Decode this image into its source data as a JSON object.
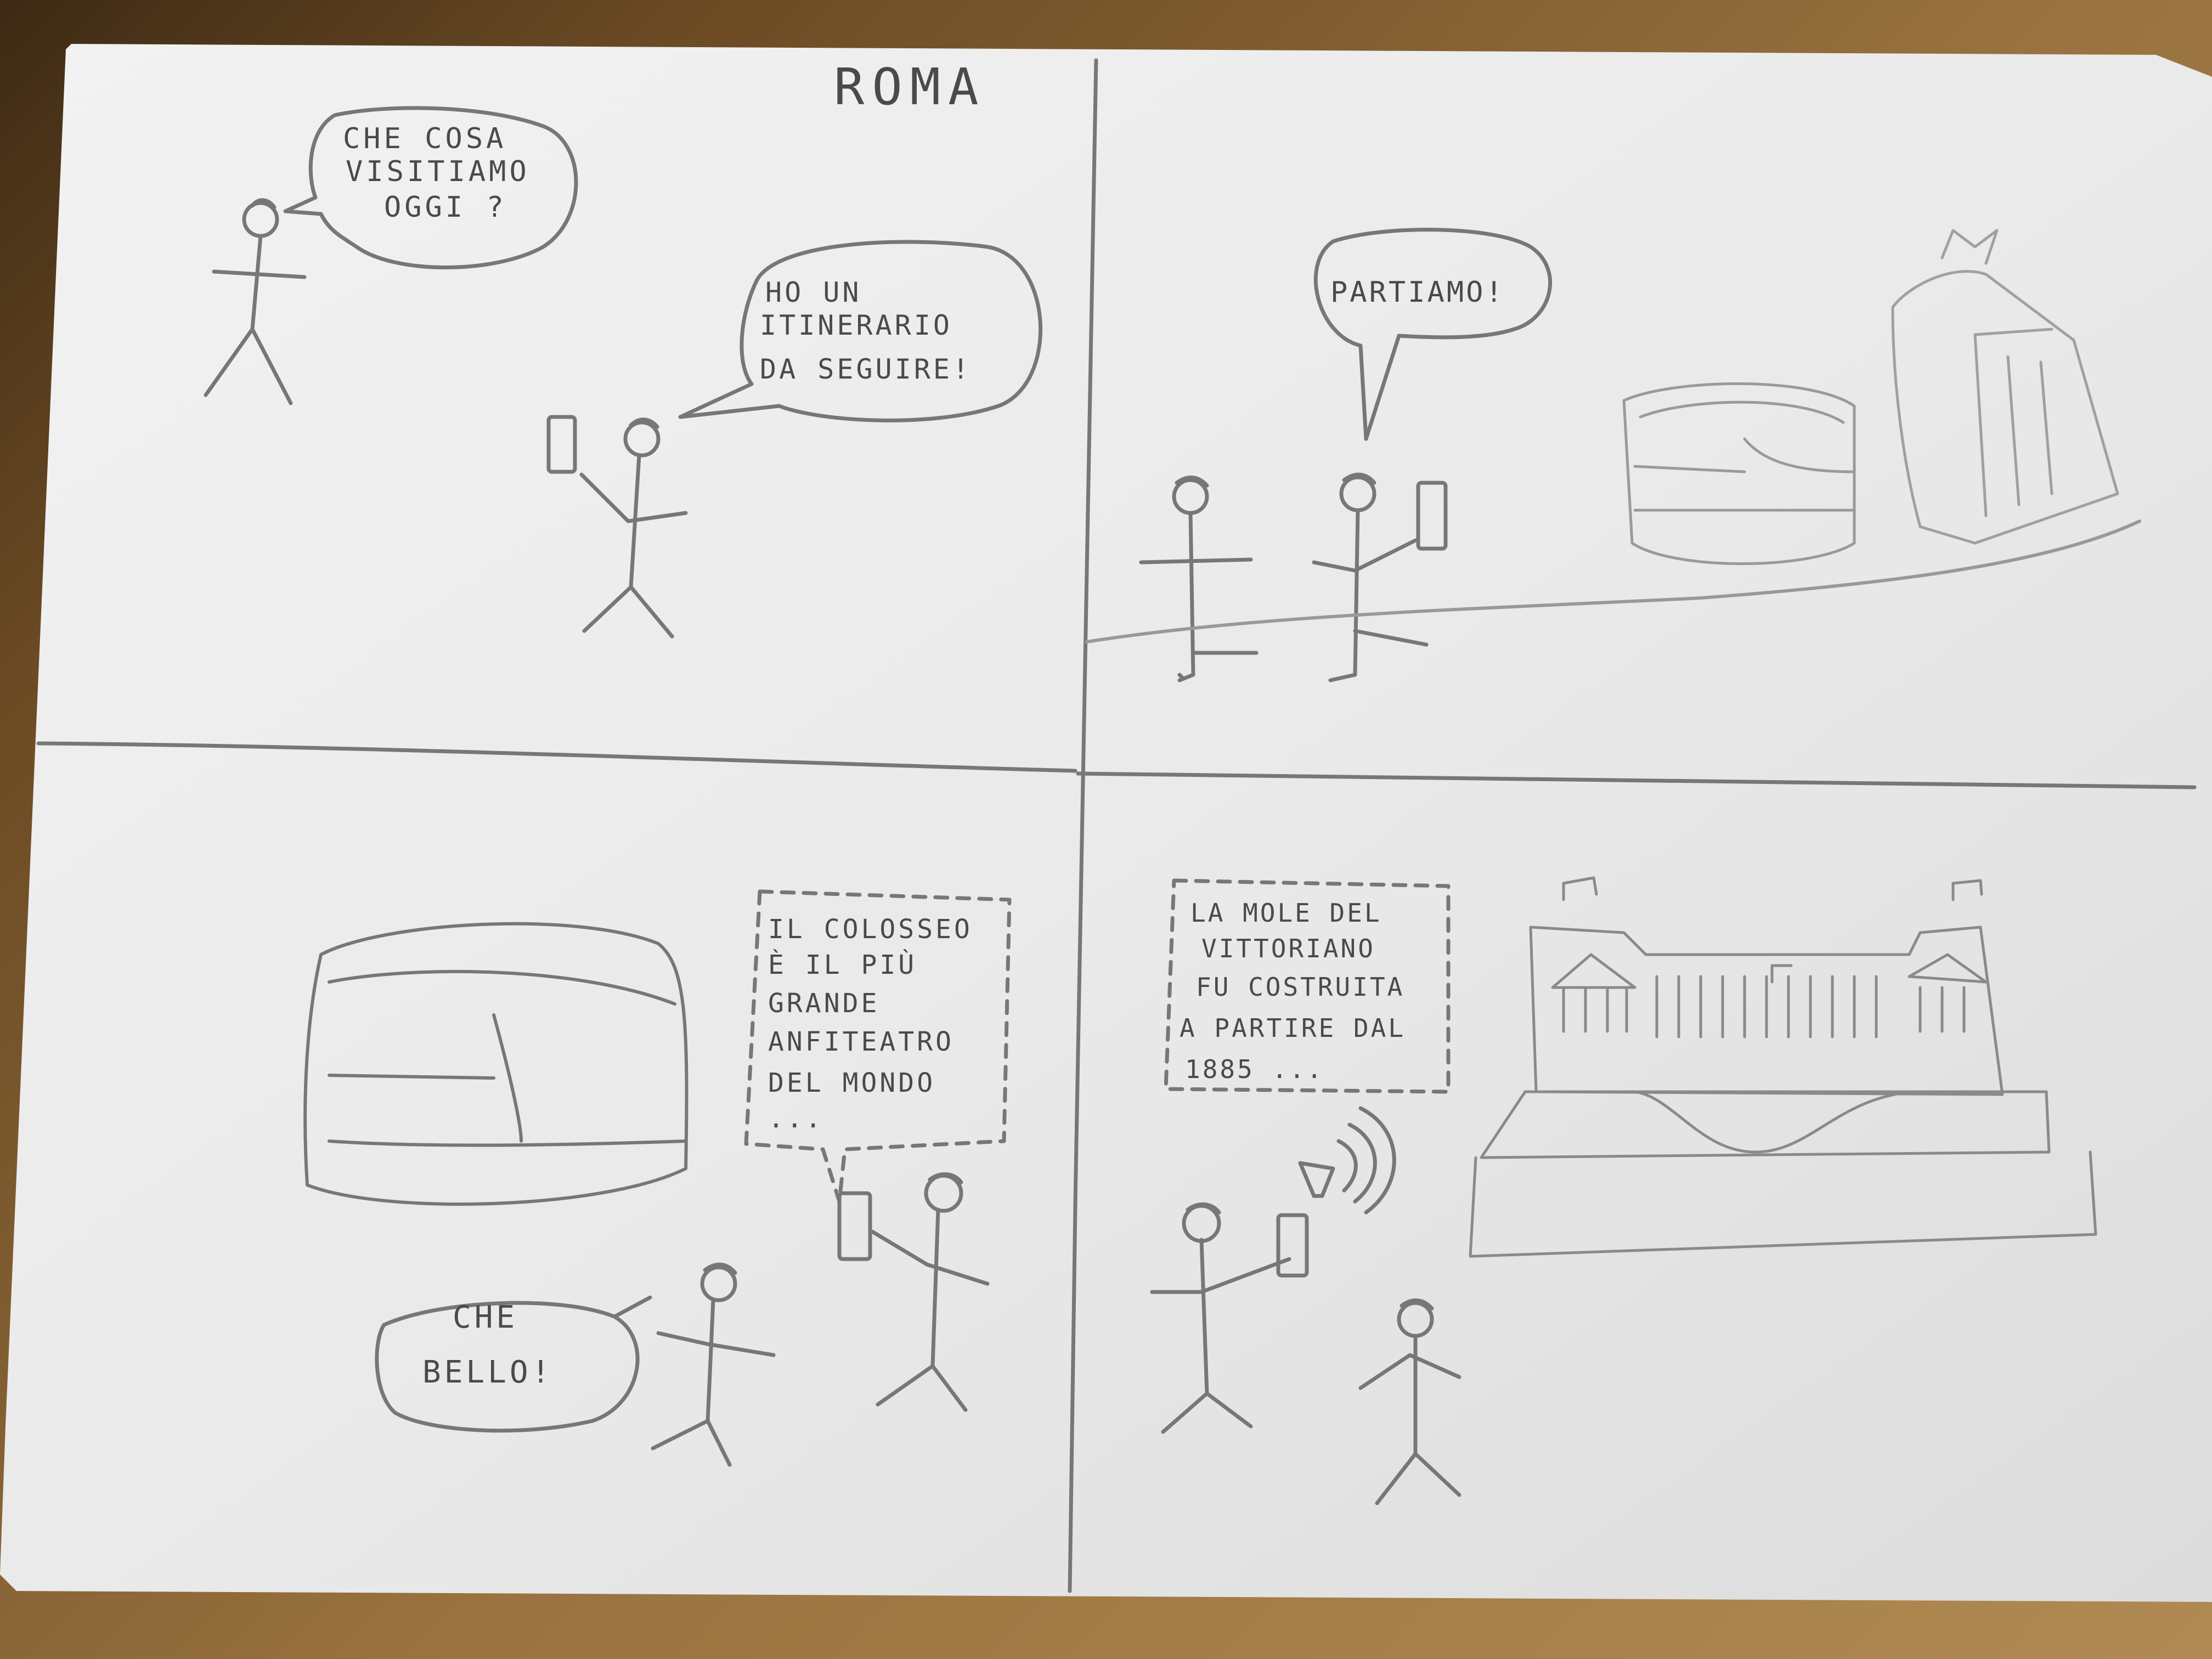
{
  "comic": {
    "title": "ROMA",
    "panel1": {
      "bubble_a": [
        "CHE COSA",
        "VISITIAMO",
        "OGGI ?"
      ],
      "bubble_b": [
        "HO UN",
        "ITINERARIO",
        "DA SEGUIRE!"
      ]
    },
    "panel2": {
      "bubble": [
        "PARTIAMO!"
      ]
    },
    "panel3": {
      "caption": [
        "IL COLOSSEO",
        "È IL PIÙ",
        "GRANDE",
        "ANFITEATRO",
        "DEL MONDO",
        "..."
      ],
      "bubble": [
        "CHE",
        "BELLO!"
      ]
    },
    "panel4": {
      "caption": [
        "LA MOLE DEL",
        "VITTORIANO",
        "FU COSTRUITA",
        "A PARTIRE DAL",
        "1885 ..."
      ]
    }
  },
  "colors": {
    "paper": "#ececec",
    "pencil": "#6e6e6e",
    "table_wood": "#9a7440"
  }
}
